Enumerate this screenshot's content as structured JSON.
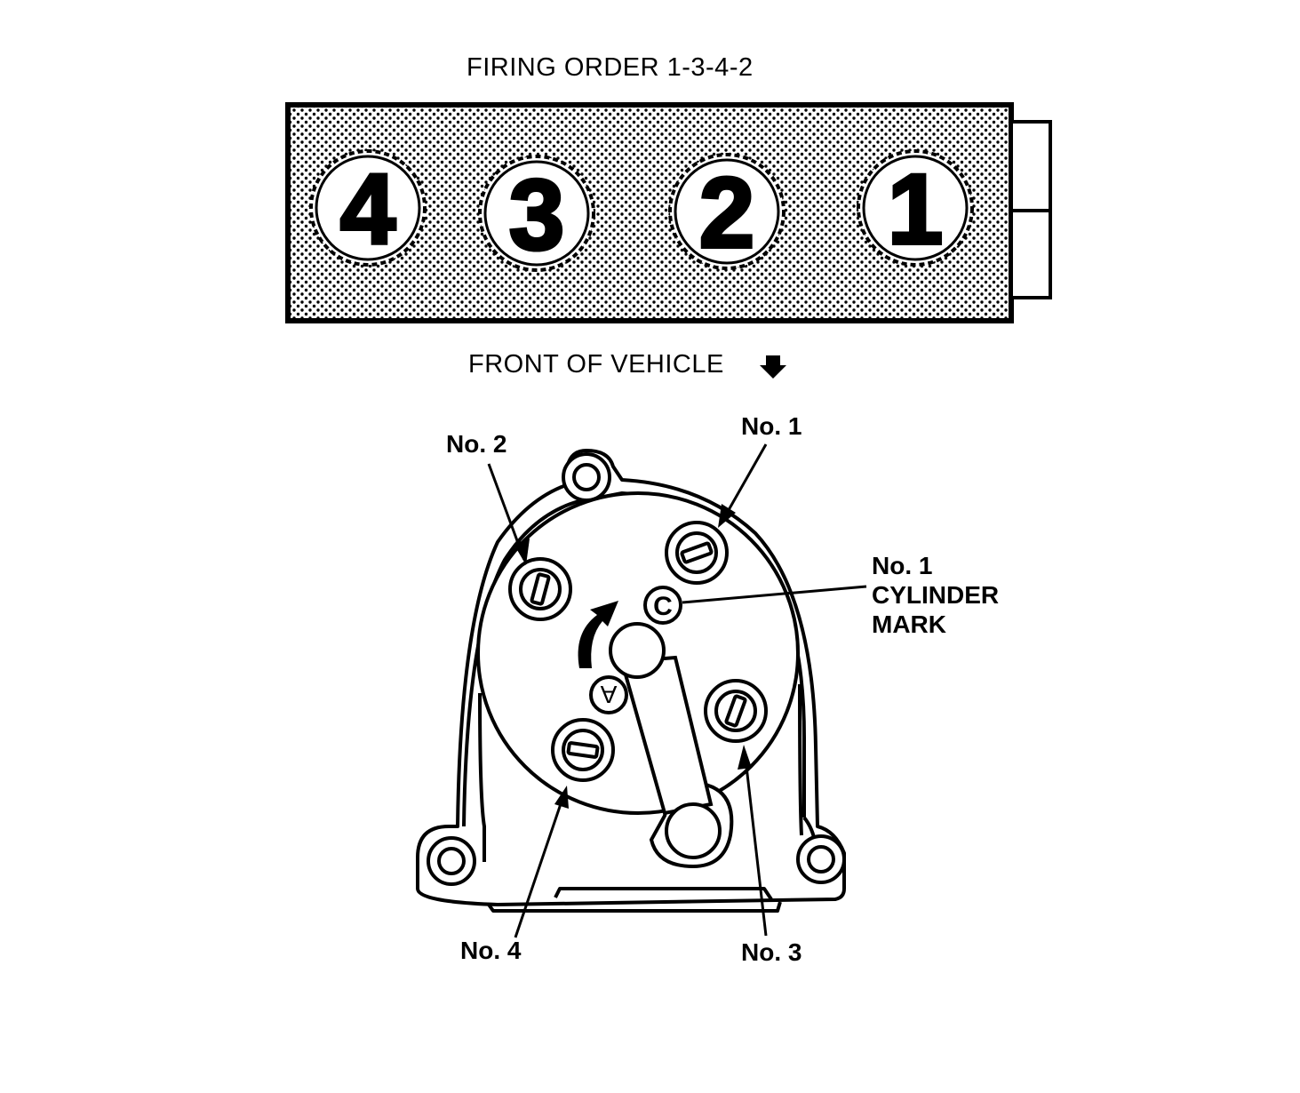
{
  "title": "FIRING ORDER  1-3-4-2",
  "front_label": "FRONT OF VEHICLE",
  "cylinders": [
    "4",
    "3",
    "2",
    "1"
  ],
  "distributor": {
    "labels": {
      "no1": "No. 1",
      "no2": "No. 2",
      "no3": "No. 3",
      "no4": "No. 4"
    },
    "cylinder_mark": [
      "No. 1",
      "CYLINDER",
      "MARK"
    ],
    "mark_letter": "C",
    "rotor_letter": "A"
  },
  "icons": {
    "front_arrow": "down-arrow-icon",
    "rotation_arrow": "curved-arrow-icon"
  },
  "colors": {
    "ink": "#000000",
    "paper": "#ffffff"
  }
}
